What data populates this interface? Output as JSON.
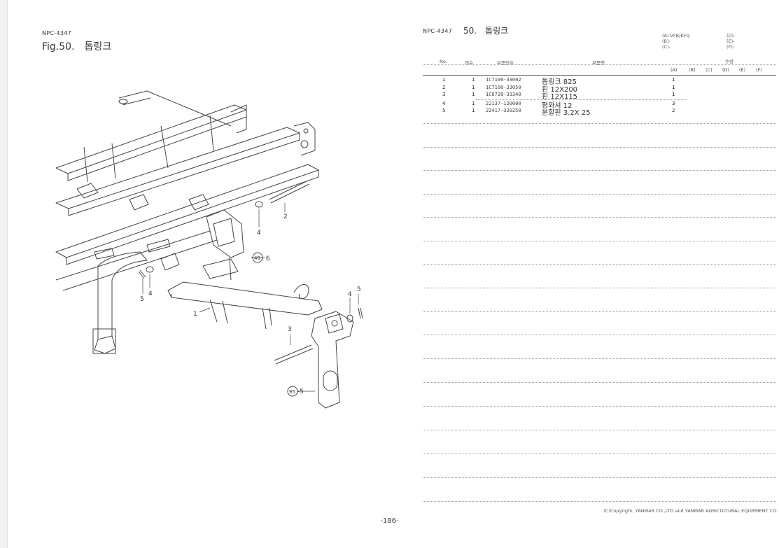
{
  "left_page": {
    "code": "NPC-4347",
    "figure_label": "Fig.50.",
    "figure_title": "톱링크",
    "callouts": {
      "c1": "1",
      "c2": "2",
      "c3": "3",
      "c4a": "4",
      "c4b": "4",
      "c4c": "4",
      "c5a": "5",
      "c5b": "5",
      "c6": "6",
      "ref48": "48",
      "ref95": "95",
      "ref95_suffix": "-5"
    }
  },
  "right_page": {
    "code": "NPC-4347",
    "section_number": "50.",
    "section_title": "톱링크",
    "models_left": [
      "(A)-VFB/KFQ",
      "(B)-",
      "(C)-"
    ],
    "models_right": [
      "(D)-",
      "(E)-",
      "(F)-"
    ],
    "columns": {
      "no": "No.",
      "qty": "개수",
      "part_no": "부품번호",
      "part_name": "부품명",
      "count": "수량"
    },
    "variants": [
      "(A)",
      "(B)",
      "(C)",
      "(D)",
      "(E)",
      "(F)"
    ],
    "rows": [
      {
        "no": "1",
        "qty": "1",
        "part_no": "1C7100-33002",
        "name": "톱링크 825",
        "count": "1"
      },
      {
        "no": "2",
        "qty": "1",
        "part_no": "1C7100-33050",
        "name": "핀 12X200",
        "count": "1"
      },
      {
        "no": "3",
        "qty": "1",
        "part_no": "1C6720-33340",
        "name": "핀 12X115",
        "count": "1"
      },
      {
        "no": "4",
        "qty": "1",
        "part_no": "22137-120000",
        "name": "평와셔 12",
        "count": "3"
      },
      {
        "no": "5",
        "qty": "1",
        "part_no": "22417-320250",
        "name": "분할핀 3.2X 25",
        "count": "2"
      }
    ]
  },
  "footer": {
    "page_number": "-186-",
    "copyright": "(C)Copyright, YANMAR CO.,LTD and YANMAR AGRICULTURAL EQUIPMENT CO."
  },
  "colors": {
    "ink": "#333333",
    "rule": "#999999",
    "paper": "#ffffff"
  }
}
